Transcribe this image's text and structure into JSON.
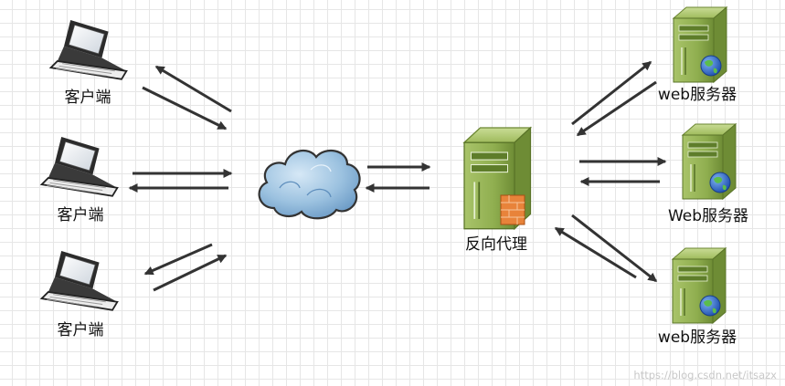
{
  "diagram": {
    "clients": [
      {
        "label": "客户端"
      },
      {
        "label": "客户端"
      },
      {
        "label": "客户端"
      }
    ],
    "proxy": {
      "label": "反向代理"
    },
    "servers": [
      {
        "label": "web服务器"
      },
      {
        "label": "Web服务器"
      },
      {
        "label": "web服务器"
      }
    ]
  },
  "watermark": "https://blog.csdn.net/itsazx",
  "colors": {
    "grid": "#e6e6e6",
    "arrow": "#333333",
    "server_body": "#8fae4f",
    "cloud": "#9cc2e0",
    "firewall": "#e8833a",
    "globe": "#2f66c8"
  }
}
